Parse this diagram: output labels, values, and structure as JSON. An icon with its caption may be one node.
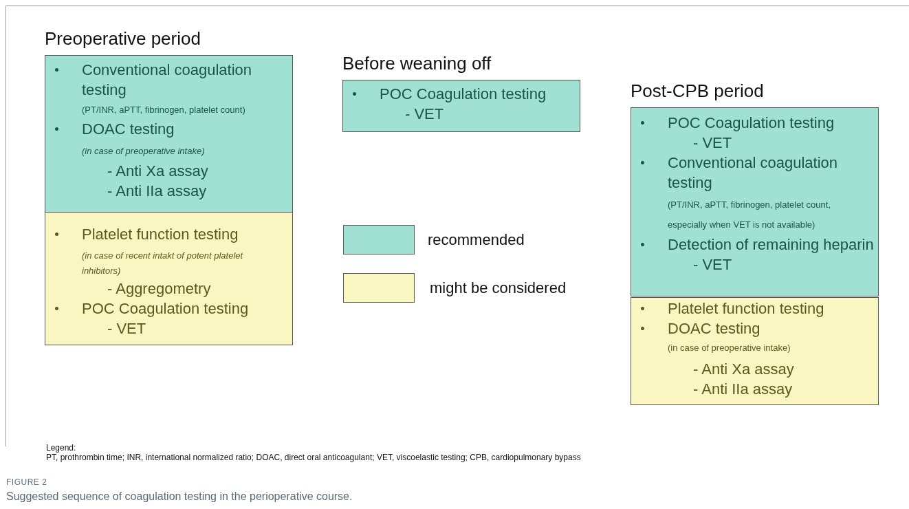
{
  "diagram": {
    "caption": "Suggested sequence of coagulation testing in the perioperative course.",
    "nodes": [
      {
        "text": [
          "Preoperative period",
          "Conventional coagulation testing",
          "(PT/INR, aPTT, fibrinogen, platelet count)",
          "DOAC testing",
          "(in case of preoperative intake)",
          "- Anti Xa assay",
          "- Anti IIa assay"
        ]
      },
      {
        "text": [
          "Platelet function testing",
          "(in case of recent intakt of potent platelet inhibitors)",
          "- Aggregometry",
          "POC Coagulation testing",
          "- VET"
        ]
      },
      {
        "text": [
          "Before weaning off",
          "POC Coagulation testing",
          "- VET"
        ]
      },
      {
        "text": [
          "Post-CPB period",
          "POC Coagulation testing",
          "- VET",
          "Conventional coagulation testing",
          "(PT/INR, aPTT, fibrinogen, platelet count, especially when VET is not available)",
          "Detection of remaining heparin",
          "- VET"
        ]
      },
      {
        "text": [
          "Platelet function testing",
          "DOAC testing",
          "(in case of preoperative intake)",
          "- Anti Xa assay",
          "- Anti IIa assay"
        ]
      }
    ],
    "labels": [
      "Legend:",
      "PT, prothrombin time; INR, international normalized ratio; DOAC, direct oral anticoagulant; VET, viscoelastic testing; CPB, cardiopulmonary bypass",
      "FIGURE 2"
    ],
    "legend": [
      {
        "text": "recommended",
        "color": "#a0e1d3"
      },
      {
        "text": "might be considered",
        "color": "#f9f6c2"
      }
    ]
  }
}
